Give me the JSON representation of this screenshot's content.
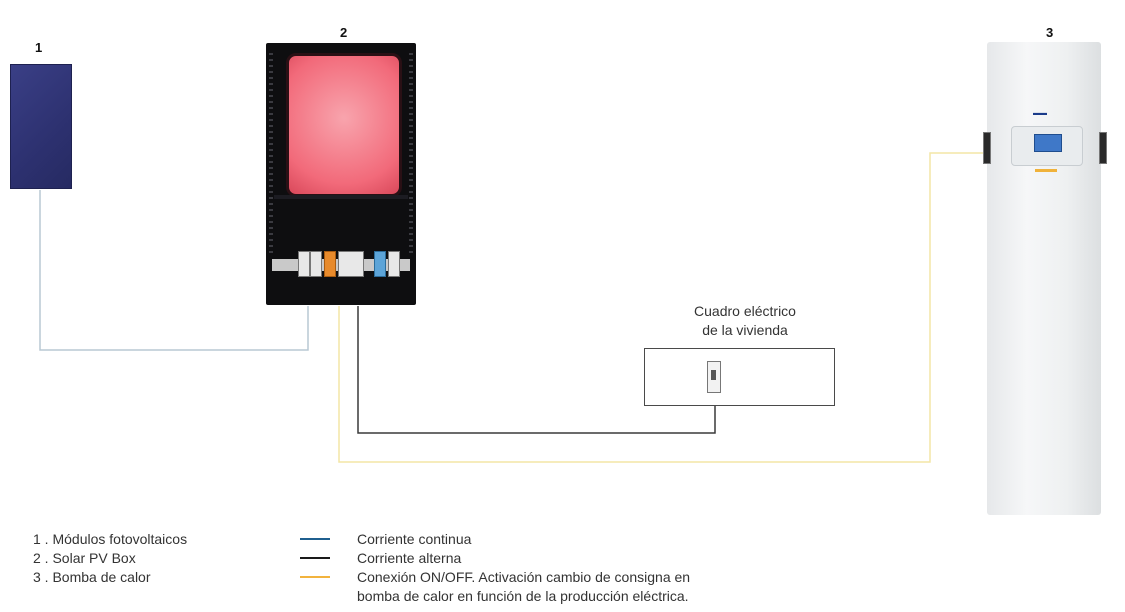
{
  "components": {
    "pv_modules": {
      "number": "1"
    },
    "solar_pv_box": {
      "number": "2"
    },
    "heat_pump": {
      "number": "3"
    }
  },
  "house_panel": {
    "label_line1": "Cuadro eléctrico",
    "label_line2": "de la vivienda"
  },
  "legend": {
    "items": [
      "1 . Módulos fotovoltaicos",
      "2 . Solar PV Box",
      "3 . Bomba de calor"
    ],
    "lines": [
      {
        "label": "Corriente continua",
        "color": "#1f5f8f"
      },
      {
        "label": "Corriente alterna",
        "color": "#1a1a1a"
      },
      {
        "label": "Conexión ON/OFF. Activación cambio de consigna en",
        "continuation": "bomba de calor en función de la producción eléctrica.",
        "color": "#f2b33d"
      }
    ]
  },
  "wire_colors": {
    "dc": "#b9c8d3",
    "ac": "#3a3a3a",
    "onoff": "#f4e6a6"
  }
}
